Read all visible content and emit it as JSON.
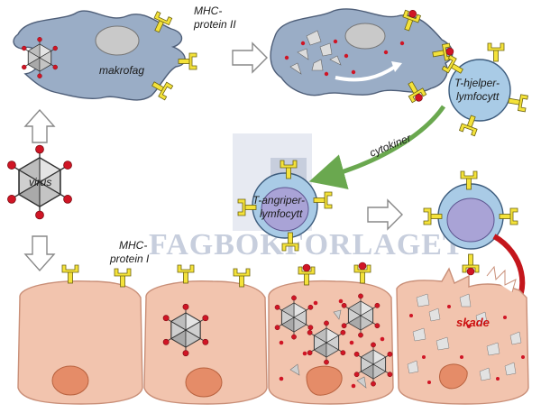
{
  "labels": {
    "mhc_ii": [
      "MHC-",
      "protein II"
    ],
    "makrofag": "makrofag",
    "virus": "virus",
    "t_helper": [
      "T-hjelper-",
      "lymfocytt"
    ],
    "cytokiner": "cytokiner",
    "t_killer": [
      "T-angriper-",
      "lymfocytt"
    ],
    "mhc_i": [
      "MHC-",
      "protein I"
    ],
    "skade": "skade"
  },
  "watermark": "FAGBOKFORLAGET",
  "colors": {
    "cell_body": "#f2c4ae",
    "cell_edge": "#c98f78",
    "nucleus": "#e58c68",
    "macrophage": "#9aadc6",
    "lymphocyte": "#a9cbe6",
    "lymph_nucleus": "#a9a3d6",
    "receptor": "#f4e23a",
    "antigen": "#d01525",
    "arrow_outline": "#888888",
    "cytokine_arrow": "#6aa84f",
    "damage_arrow": "#c4161c"
  }
}
